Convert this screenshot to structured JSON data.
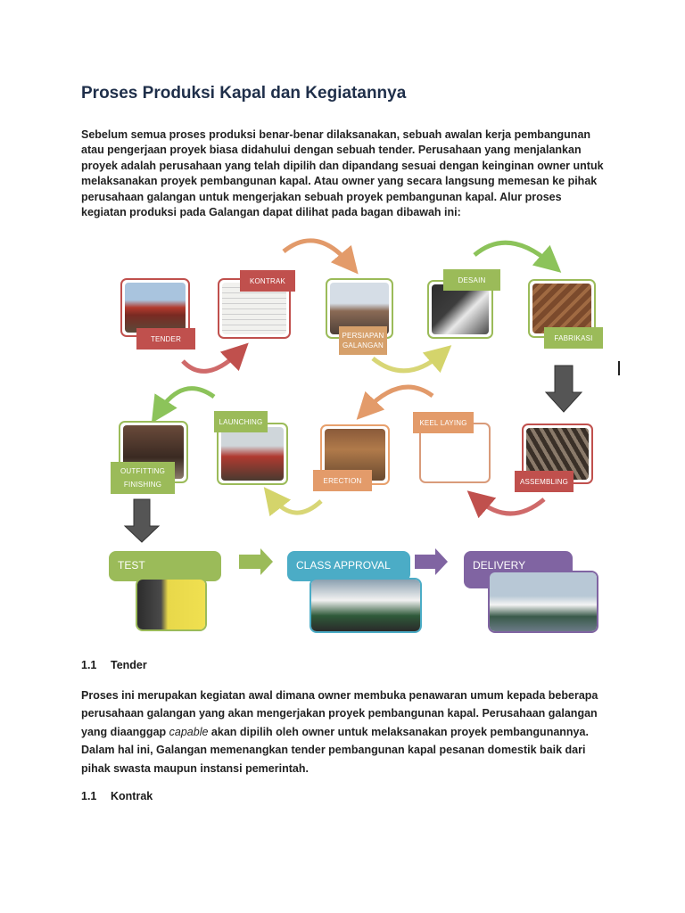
{
  "title": "Proses Produksi Kapal dan Kegiatannya",
  "intro": "Sebelum semua proses produksi benar-benar dilaksanakan, sebuah awalan kerja pembangunan atau pengerjaan proyek biasa didahului dengan sebuah tender. Perusahaan yang menjalankan proyek adalah perusahaan yang telah dipilih dan dipandang sesuai dengan keinginan owner untuk melaksanakan proyek pembangunan kapal. Atau owner yang secara langsung memesan ke pihak perusahaan galangan untuk mengerjakan sebuah proyek pembangunan kapal. Alur proses kegiatan produksi pada Galangan dapat dilihat pada bagan dibawah ini:",
  "diagram": {
    "tender": "TENDER",
    "kontrak": "KONTRAK",
    "persiapan_1": "PERSIAPAN",
    "persiapan_2": "GALANGAN",
    "desain": "DESAIN",
    "fabrikasi": "FABRIKASI",
    "outfitting": "OUTFITTING",
    "finishing": "FINISHING",
    "launching": "LAUNCHING",
    "erection": "ERECTION",
    "keel_laying": "KEEL LAYING",
    "assembling": "ASSEMBLING",
    "test": "TEST",
    "class_approval": "CLASS APPROVAL",
    "delivery": "DELIVERY",
    "colors": {
      "red": "#c0504d",
      "green": "#9bbb59",
      "purple": "#8064a2",
      "light_blue": "#4bacc6",
      "orange": "#e39b6a"
    }
  },
  "sections": [
    {
      "number": "1.1",
      "title": "Tender"
    },
    {
      "number": "1.1",
      "title": "Kontrak"
    }
  ],
  "tender_para": {
    "part1": "Proses ini merupakan kegiatan awal dimana owner membuka penawaran umum kepada beberapa perusahaan galangan yang akan mengerjakan proyek pembangunan kapal. Perusahaan galangan yang diaanggap",
    "italic": "capable",
    "part2": "  akan dipilih oleh owner untuk melaksanakan proyek pembangunannya. Dalam hal ini, Galangan memenangkan tender pembangunan kapal pesanan domestik baik dari pihak swasta maupun instansi pemerintah."
  }
}
